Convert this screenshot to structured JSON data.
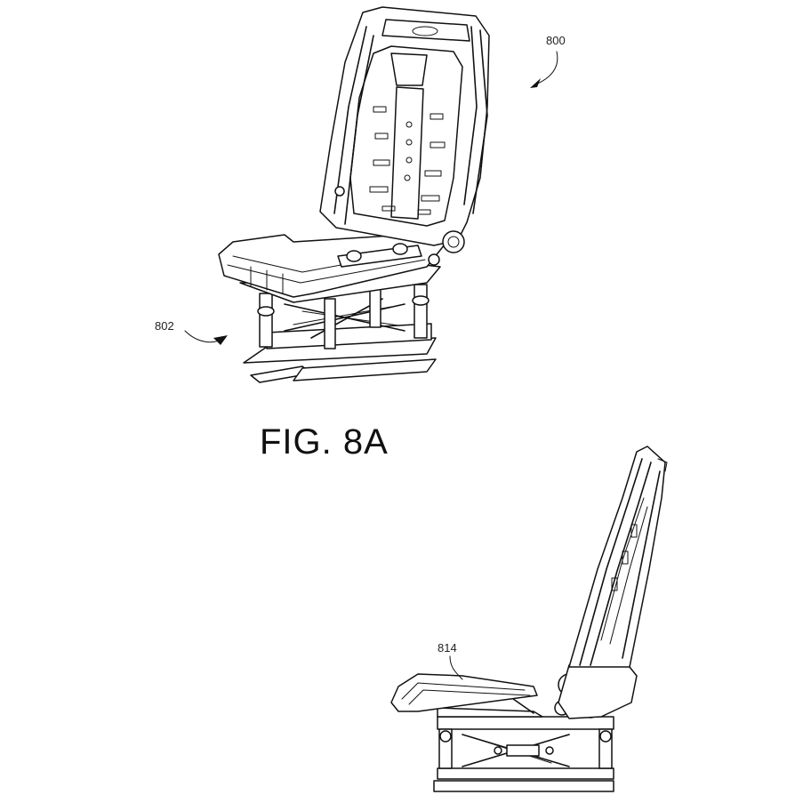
{
  "figure_label": "FIG. 8A",
  "reference_numerals": {
    "seat_assembly_upper": "800",
    "base_upper": "802",
    "seat_cushion_lower": "814"
  }
}
